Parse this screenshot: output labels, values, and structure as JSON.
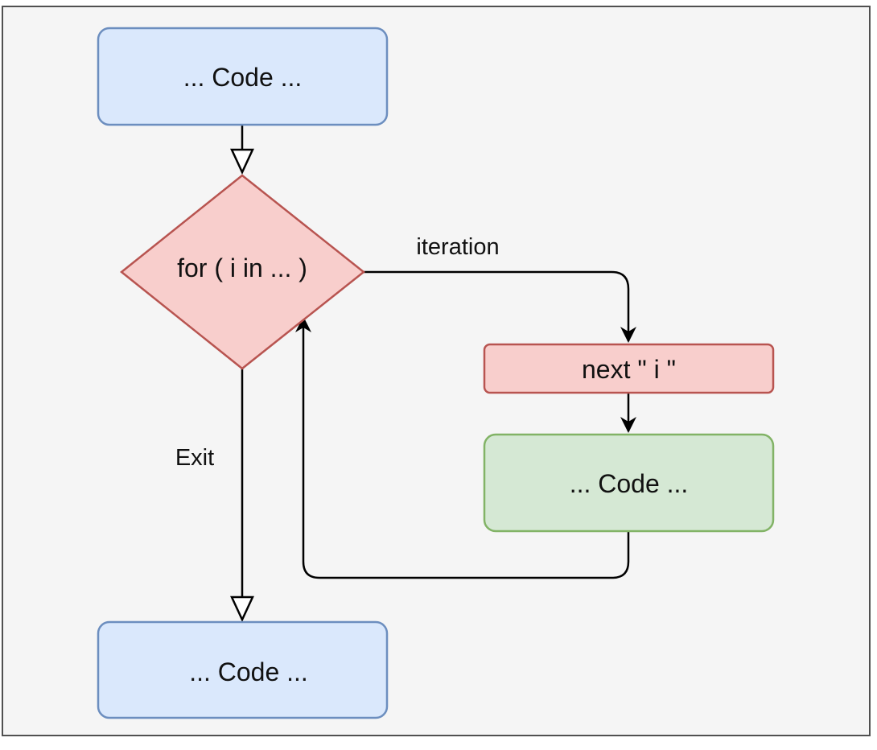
{
  "diagram": {
    "nodes": {
      "code_top": {
        "label": "... Code ...",
        "fill": "#dae8fc",
        "stroke": "#6c8ebf"
      },
      "loop_condition": {
        "label": "for ( i in ... )",
        "fill": "#f8cecc",
        "stroke": "#b85450"
      },
      "next_i": {
        "label": "next \" i \"",
        "fill": "#f8cecc",
        "stroke": "#b85450"
      },
      "code_body": {
        "label": "... Code ...",
        "fill": "#d5e8d4",
        "stroke": "#82b366"
      },
      "code_bottom": {
        "label": "... Code ...",
        "fill": "#dae8fc",
        "stroke": "#6c8ebf"
      }
    },
    "edges": {
      "iteration": {
        "label": "iteration"
      },
      "exit": {
        "label": "Exit"
      }
    },
    "colors": {
      "background": "#f5f5f5",
      "frame": "#505050",
      "edge": "#000000"
    }
  }
}
